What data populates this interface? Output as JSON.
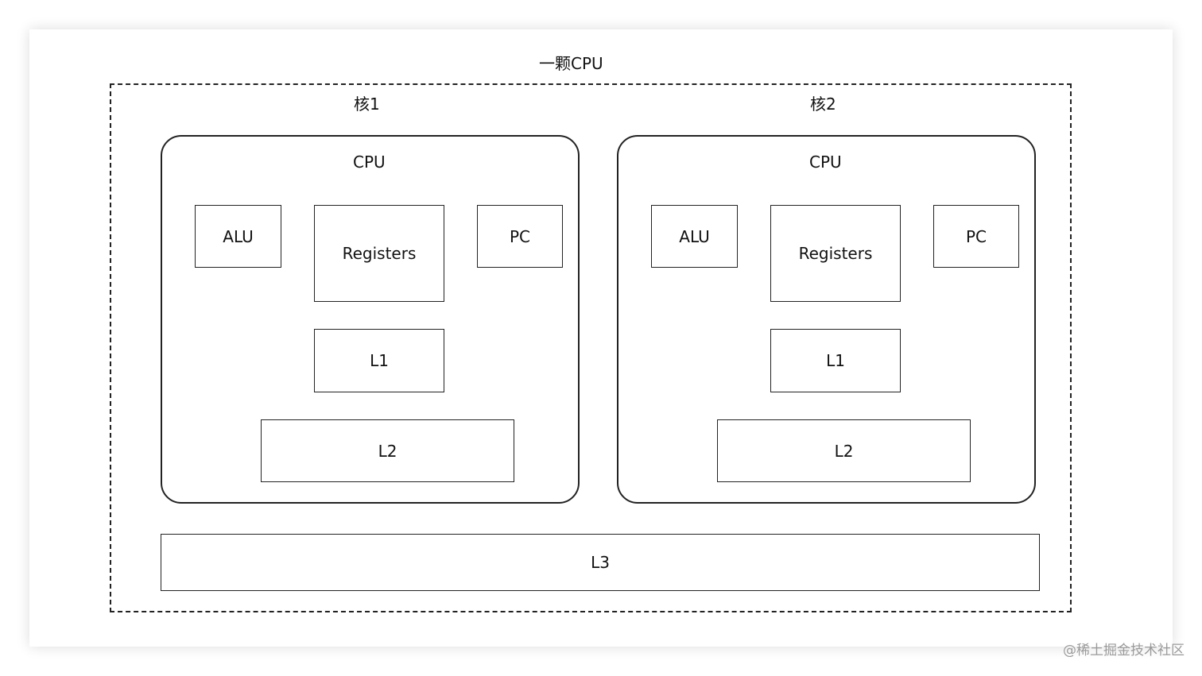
{
  "diagram": {
    "package_label": "一颗CPU",
    "cores": [
      {
        "label": "核1",
        "title": "CPU",
        "alu": "ALU",
        "registers": "Registers",
        "pc": "PC",
        "l1": "L1",
        "l2": "L2"
      },
      {
        "label": "核2",
        "title": "CPU",
        "alu": "ALU",
        "registers": "Registers",
        "pc": "PC",
        "l1": "L1",
        "l2": "L2"
      }
    ],
    "l3": "L3"
  },
  "watermark": "@稀土掘金技术社区"
}
